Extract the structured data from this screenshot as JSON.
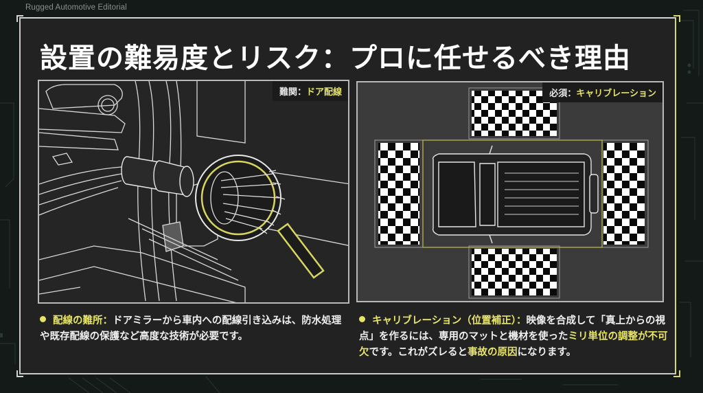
{
  "brand": "Rugged Automotive Editorial",
  "title": "設置の難易度とリスク：プロに任せるべき理由",
  "colors": {
    "background": "#131a18",
    "card": "#222222",
    "accent": "#e7e46a",
    "text": "#f0f0f0"
  },
  "left_panel": {
    "tag_key": "難関：",
    "tag_value": "ドア配線",
    "illustration": "car-door-wiring-with-magnifier",
    "bullet": {
      "label": "配線の難所：",
      "text": "ドアミラーから車内への配線引き込みは、防水処理や既存配線の保護など高度な技術が必要です。"
    }
  },
  "right_panel": {
    "tag_key": "必須：",
    "tag_value": "キャリブレーション",
    "illustration": "suv-top-view-calibration-mats",
    "bullet": {
      "label": "キャリブレーション（位置補正）：",
      "text1": "映像を合成して「真上からの視点」を作るには、専用のマットと機材を使った",
      "hl1": "ミリ単位の調整が不可欠",
      "text2": "です。これがズレると",
      "hl2": "事故の原因",
      "text3": "になります。"
    }
  }
}
